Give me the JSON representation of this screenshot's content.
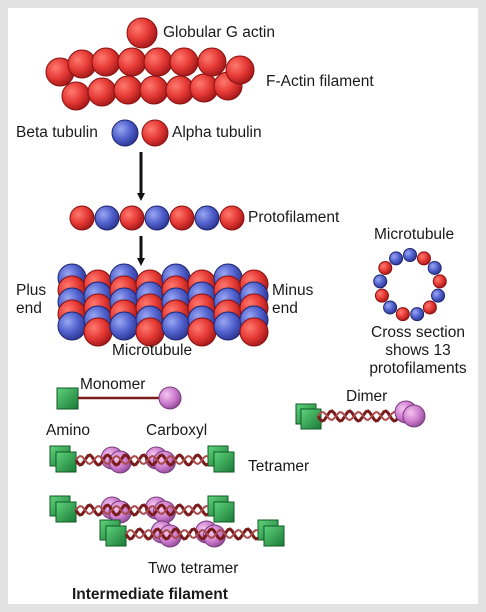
{
  "actin": {
    "globular_label": "Globular G actin",
    "filament_label": "F-Actin filament"
  },
  "tubulin": {
    "beta_label": "Beta tubulin",
    "alpha_label": "Alpha tubulin",
    "protofilament_label": "Protofilament",
    "plus_end_label": "Plus\nend",
    "minus_end_label": "Minus\nend",
    "microtubule_label": "Microtubule"
  },
  "cross_section": {
    "title": "Microtubule",
    "caption": "Cross section\nshows 13\nprotofilaments",
    "protofilament_count": 13
  },
  "intermediate": {
    "monomer_label": "Monomer",
    "amino_label": "Amino",
    "carboxyl_label": "Carboxyl",
    "dimer_label": "Dimer",
    "tetramer_label": "Tetramer",
    "two_tetramer_label": "Two tetramer",
    "section_title": "Intermediate filament"
  },
  "colors": {
    "actin_red": "#e53935",
    "tubulin_blue": "#5060cc",
    "amino_green": "#2ea84f",
    "carboxyl_pink": "#cc7acc",
    "coil_brown": "#7a1c1c",
    "frame_gray": "#e2e2e2"
  }
}
